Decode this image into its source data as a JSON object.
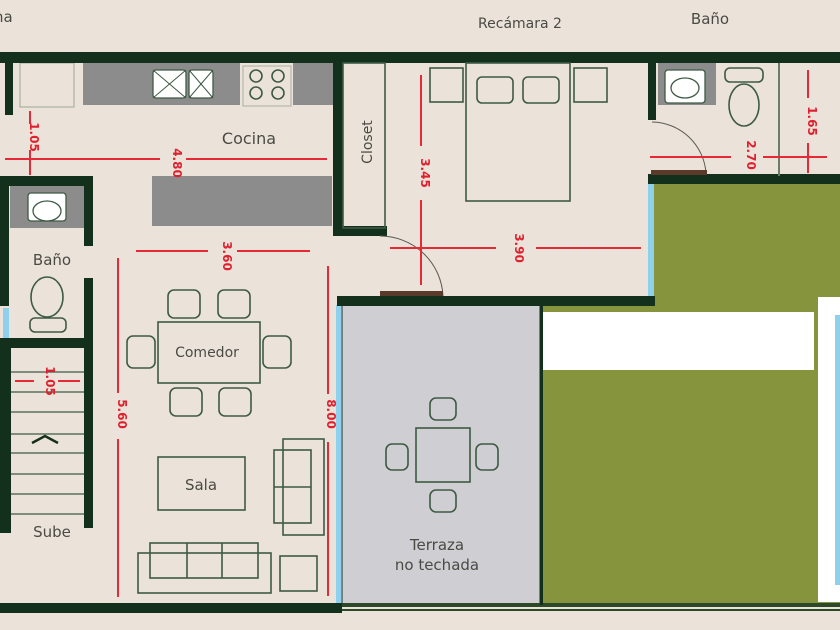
{
  "colors": {
    "background": "#ebe3da",
    "wall": "#12301c",
    "counter": "#8c8c8c",
    "terrace": "#cfced3",
    "garden": "#86953d",
    "window": "#8fd0ec",
    "dimension": "#e0202e",
    "door_threshold": "#5a3a2a",
    "furniture_line": "#3e5a44",
    "label_text": "#4a4a44"
  },
  "header_labels": {
    "left_cut": "na",
    "bedroom2": "Recámara 2",
    "bath_top": "Baño"
  },
  "rooms": {
    "kitchen": "Cocina",
    "closet": "Closet",
    "bath_left": "Baño",
    "dining": "Comedor",
    "living": "Sala",
    "stairs": "Sube",
    "terrace_line1": "Terraza",
    "terrace_line2": "no techada"
  },
  "dimensions": {
    "kitchen_depth": "1.05",
    "kitchen_width": "4.80",
    "bedroom_depth": "3.45",
    "bedroom_width": "3.90",
    "bath_width": "2.70",
    "bath_depth": "1.65",
    "dining_width": "3.60",
    "living_depth": "5.60",
    "total_depth": "8.00",
    "stair_width": "1.05"
  }
}
